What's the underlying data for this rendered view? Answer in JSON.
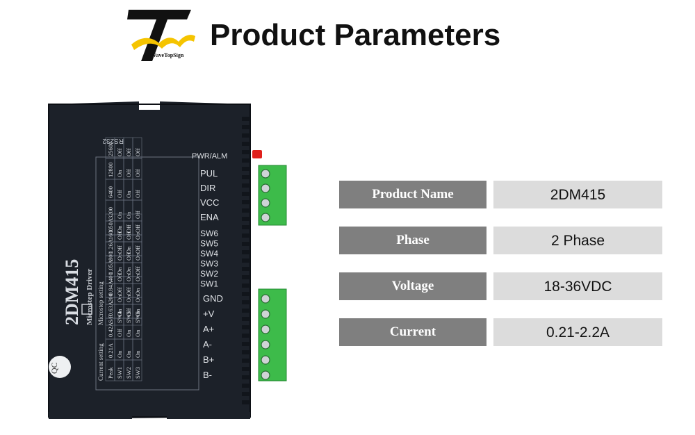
{
  "header": {
    "brand_name": "WaveTopSign",
    "title": "Product Parameters"
  },
  "device": {
    "model": "2DM415",
    "subtitle": "Microstep Driver",
    "port_label": "RS232",
    "led_label": "PWR/ALM",
    "qc_label": "QC",
    "microstep_table": {
      "title": "Microstep setting",
      "headers": [
        "S/R",
        "SW4",
        "SW5",
        "SW6"
      ],
      "rows": [
        [
          "200",
          "On",
          "On",
          "On"
        ],
        [
          "400",
          "Off",
          "On",
          "On"
        ],
        [
          "800",
          "On",
          "Off",
          "On"
        ],
        [
          "1600",
          "Off",
          "Off",
          "On"
        ],
        [
          "3200",
          "On",
          "On",
          "Off"
        ],
        [
          "6400",
          "Off",
          "On",
          "Off"
        ],
        [
          "12800",
          "On",
          "Off",
          "Off"
        ],
        [
          "25600",
          "Off",
          "Off",
          "Off"
        ]
      ]
    },
    "current_table": {
      "title": "Current setting",
      "headers": [
        "Peak",
        "SW1",
        "SW2",
        "SW3"
      ],
      "rows": [
        [
          "0.21A",
          "On",
          "On",
          "On"
        ],
        [
          "0.42A",
          "Off",
          "On",
          "On"
        ],
        [
          "0.63A",
          "On",
          "Off",
          "On"
        ],
        [
          "0.84A",
          "Off",
          "Off",
          "On"
        ],
        [
          "1.05A",
          "On",
          "On",
          "Off"
        ],
        [
          "1.26A",
          "Off",
          "On",
          "Off"
        ],
        [
          "1.50A",
          "On",
          "Off",
          "Off"
        ]
      ]
    },
    "signal_terminals": [
      "PUL",
      "DIR",
      "VCC",
      "ENA"
    ],
    "switch_labels": [
      "SW6",
      "SW5",
      "SW4",
      "SW3",
      "SW2",
      "SW1"
    ],
    "power_terminals": [
      "GND",
      "+V",
      "A+",
      "A-",
      "B+",
      "B-"
    ]
  },
  "parameters": [
    {
      "label": "Product Name",
      "value": "2DM415"
    },
    {
      "label": "Phase",
      "value": "2 Phase"
    },
    {
      "label": "Voltage",
      "value": "18-36VDC"
    },
    {
      "label": "Current",
      "value": "0.21-2.2A"
    }
  ],
  "colors": {
    "label_bg": "#7f7f7f",
    "value_bg": "#dcdcdc",
    "device_body": "#1c2129",
    "terminal_green": "#3dbb4a",
    "led_red": "#e0201c",
    "logo_yellow": "#f5c400"
  }
}
